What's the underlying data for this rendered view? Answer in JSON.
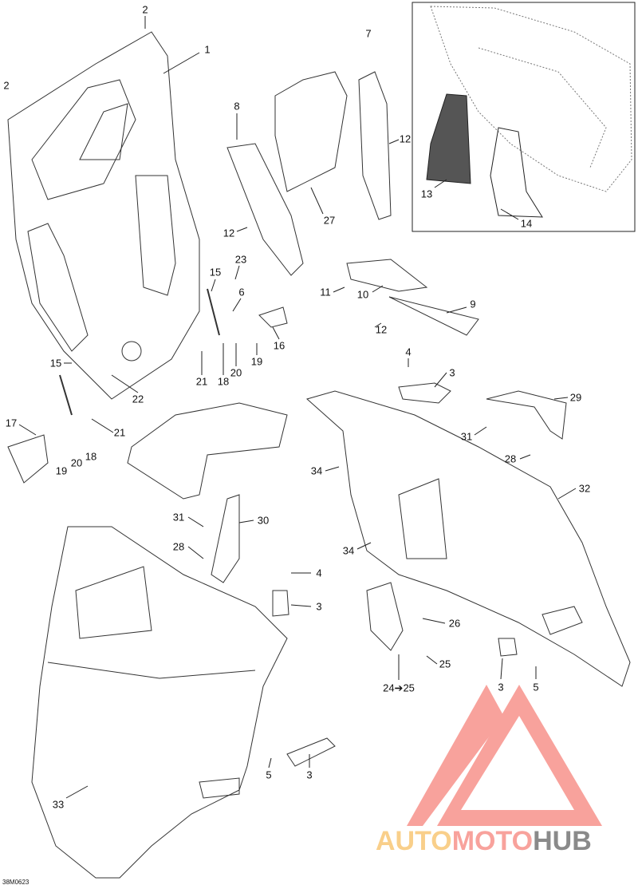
{
  "diagram_code": "38M0623",
  "watermark": {
    "part1": "AUTO",
    "part2": "MOTO",
    "part3": "HUB",
    "color1": "#f9cf8a",
    "color2": "#f8a29c",
    "color3": "#8a8a8a"
  },
  "callouts": [
    "2",
    "2",
    "1",
    "7",
    "8",
    "12",
    "27",
    "12",
    "13",
    "14",
    "23",
    "15",
    "6",
    "11",
    "10",
    "9",
    "12",
    "16",
    "19",
    "21",
    "18",
    "20",
    "22",
    "15",
    "17",
    "21",
    "19",
    "20",
    "18",
    "4",
    "3",
    "29",
    "31",
    "28",
    "34",
    "32",
    "31",
    "30",
    "28",
    "34",
    "4",
    "3",
    "26",
    "25",
    "24➔25",
    "3",
    "5",
    "33",
    "5",
    "3"
  ]
}
